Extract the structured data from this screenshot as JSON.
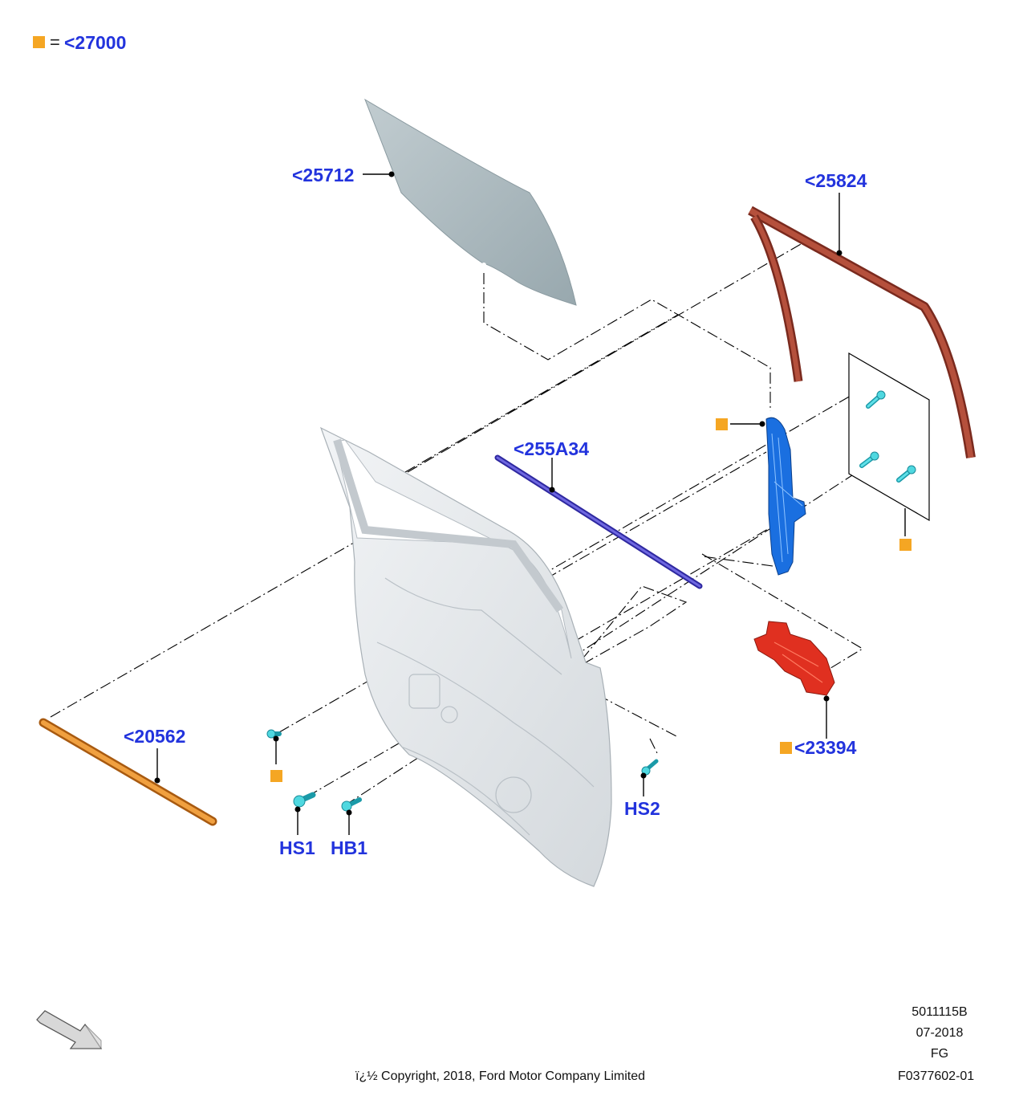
{
  "legend": {
    "symbol_color": "#f5a623",
    "equals": "=",
    "label": "<27000"
  },
  "callouts": {
    "glass": "<25712",
    "run_channel": "<25824",
    "weatherstrip": "<255A34",
    "belt_molding": "<20562",
    "latch": "<23394",
    "hs1": "HS1",
    "hb1": "HB1",
    "hs2": "HS2"
  },
  "colors": {
    "callout_text": "#2233dd",
    "glass": "#a9b7bc",
    "run_channel": "#9c3c2c",
    "weatherstrip": "#4a43c8",
    "belt_molding": "#f0a040",
    "regulator": "#1a6fe0",
    "latch": "#e03020",
    "fasteners": "#4fd8e0",
    "door_panel": "#e3e6e9",
    "marker": "#f5a623"
  },
  "metadata": {
    "doc_number": "5011115B",
    "date": "07-2018",
    "code": "FG",
    "figure_id": "F0377602-01",
    "copyright": "ï¿½ Copyright, 2018, Ford Motor Company Limited"
  },
  "icons": {
    "front_direction": "front-direction-arrow-icon"
  }
}
